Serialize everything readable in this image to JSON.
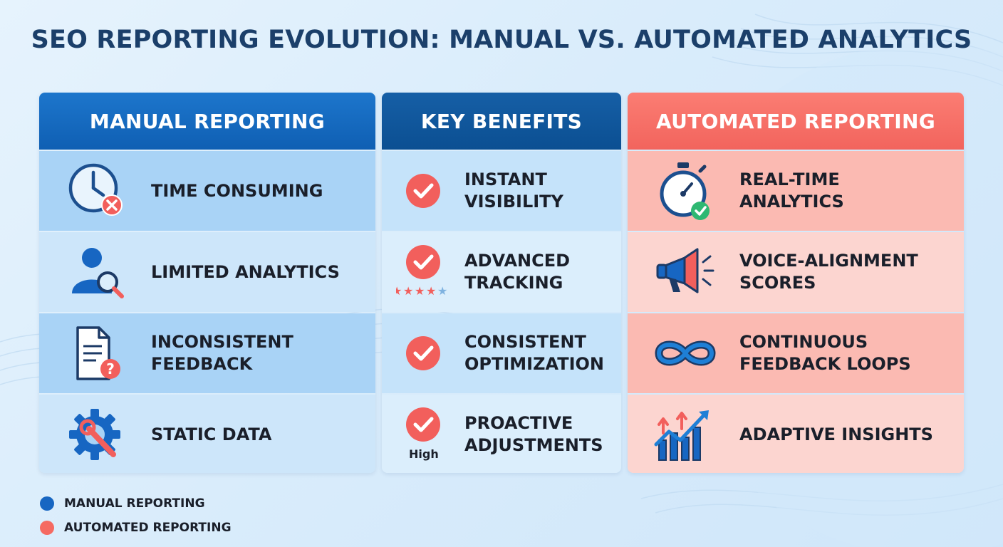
{
  "title": "SEO REPORTING EVOLUTION: MANUAL VS. AUTOMATED ANALYTICS",
  "colors": {
    "manual_blue": "#1766c2",
    "benefits_navy": "#0f5496",
    "automated_coral": "#f56a62",
    "check_red": "#f25f5c",
    "text_dark": "#1a1f2a"
  },
  "columns": {
    "manual": {
      "header": "MANUAL REPORTING",
      "rows": [
        {
          "label_lines": [
            "TIME CONSUMING"
          ],
          "icon": "clock-x-icon"
        },
        {
          "label_lines": [
            "LIMITED ANALYTICS"
          ],
          "icon": "user-magnifier-icon"
        },
        {
          "label_lines": [
            "INCONSISTENT",
            "FEEDBACK"
          ],
          "icon": "document-question-icon"
        },
        {
          "label_lines": [
            "STATIC DATA"
          ],
          "icon": "gear-wrench-icon"
        }
      ]
    },
    "benefits": {
      "header": "KEY BENEFITS",
      "rows": [
        {
          "label_lines": [
            "INSTANT",
            "VISIBILITY"
          ],
          "icon": "check-circle-icon"
        },
        {
          "label_lines": [
            "ADVANCED",
            "TRACKING"
          ],
          "icon": "check-circle-stars-icon",
          "stars": 4,
          "stars_max": 5
        },
        {
          "label_lines": [
            "CONSISTENT",
            "OPTIMIZATION"
          ],
          "icon": "check-circle-icon"
        },
        {
          "label_lines": [
            "PROACTIVE",
            "ADJUSTMENTS"
          ],
          "icon": "check-circle-high-icon",
          "badge": "High"
        }
      ]
    },
    "automated": {
      "header": "AUTOMATED REPORTING",
      "rows": [
        {
          "label_lines": [
            "REAL-TIME",
            "ANALYTICS"
          ],
          "icon": "stopwatch-check-icon"
        },
        {
          "label_lines": [
            "VOICE-ALIGNMENT",
            "SCORES"
          ],
          "icon": "megaphone-icon"
        },
        {
          "label_lines": [
            "CONTINUOUS",
            "FEEDBACK LOOPS"
          ],
          "icon": "infinity-icon"
        },
        {
          "label_lines": [
            "ADAPTIVE INSIGHTS"
          ],
          "icon": "growth-chart-icon"
        }
      ]
    }
  },
  "legend": [
    {
      "label": "MANUAL REPORTING",
      "color": "#1766c2"
    },
    {
      "label": "AUTOMATED REPORTING",
      "color": "#f56a62"
    }
  ]
}
